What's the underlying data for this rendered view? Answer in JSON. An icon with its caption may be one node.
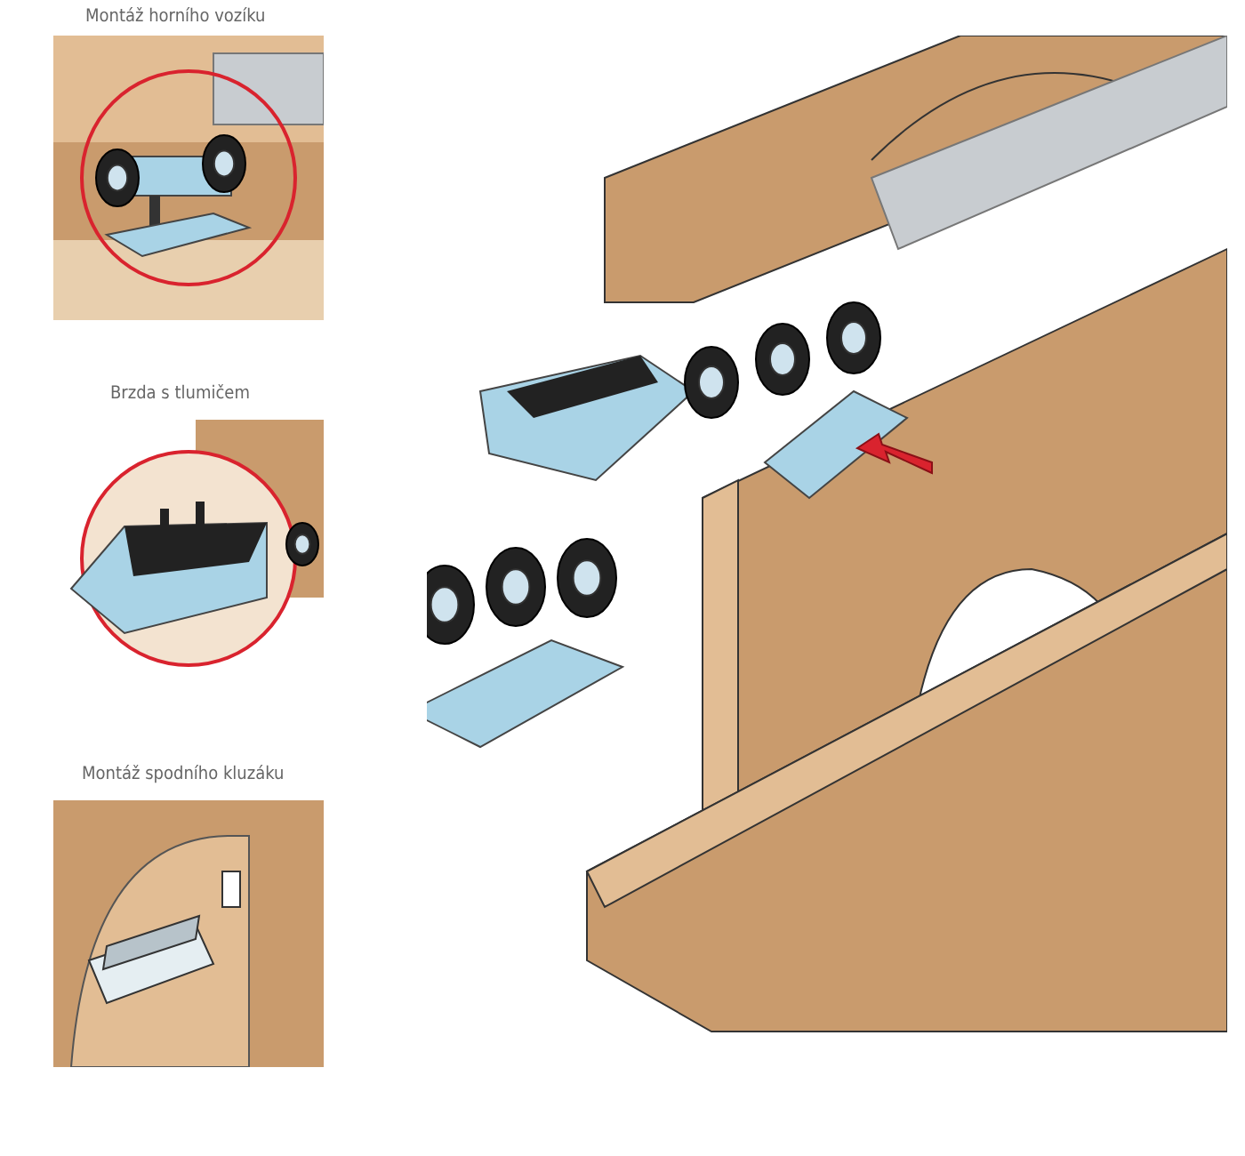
{
  "diagram": {
    "labels": [
      "Montáž horního vozíku",
      "Brzda s tlumičem",
      "Montáž spodního kluzáku"
    ]
  }
}
